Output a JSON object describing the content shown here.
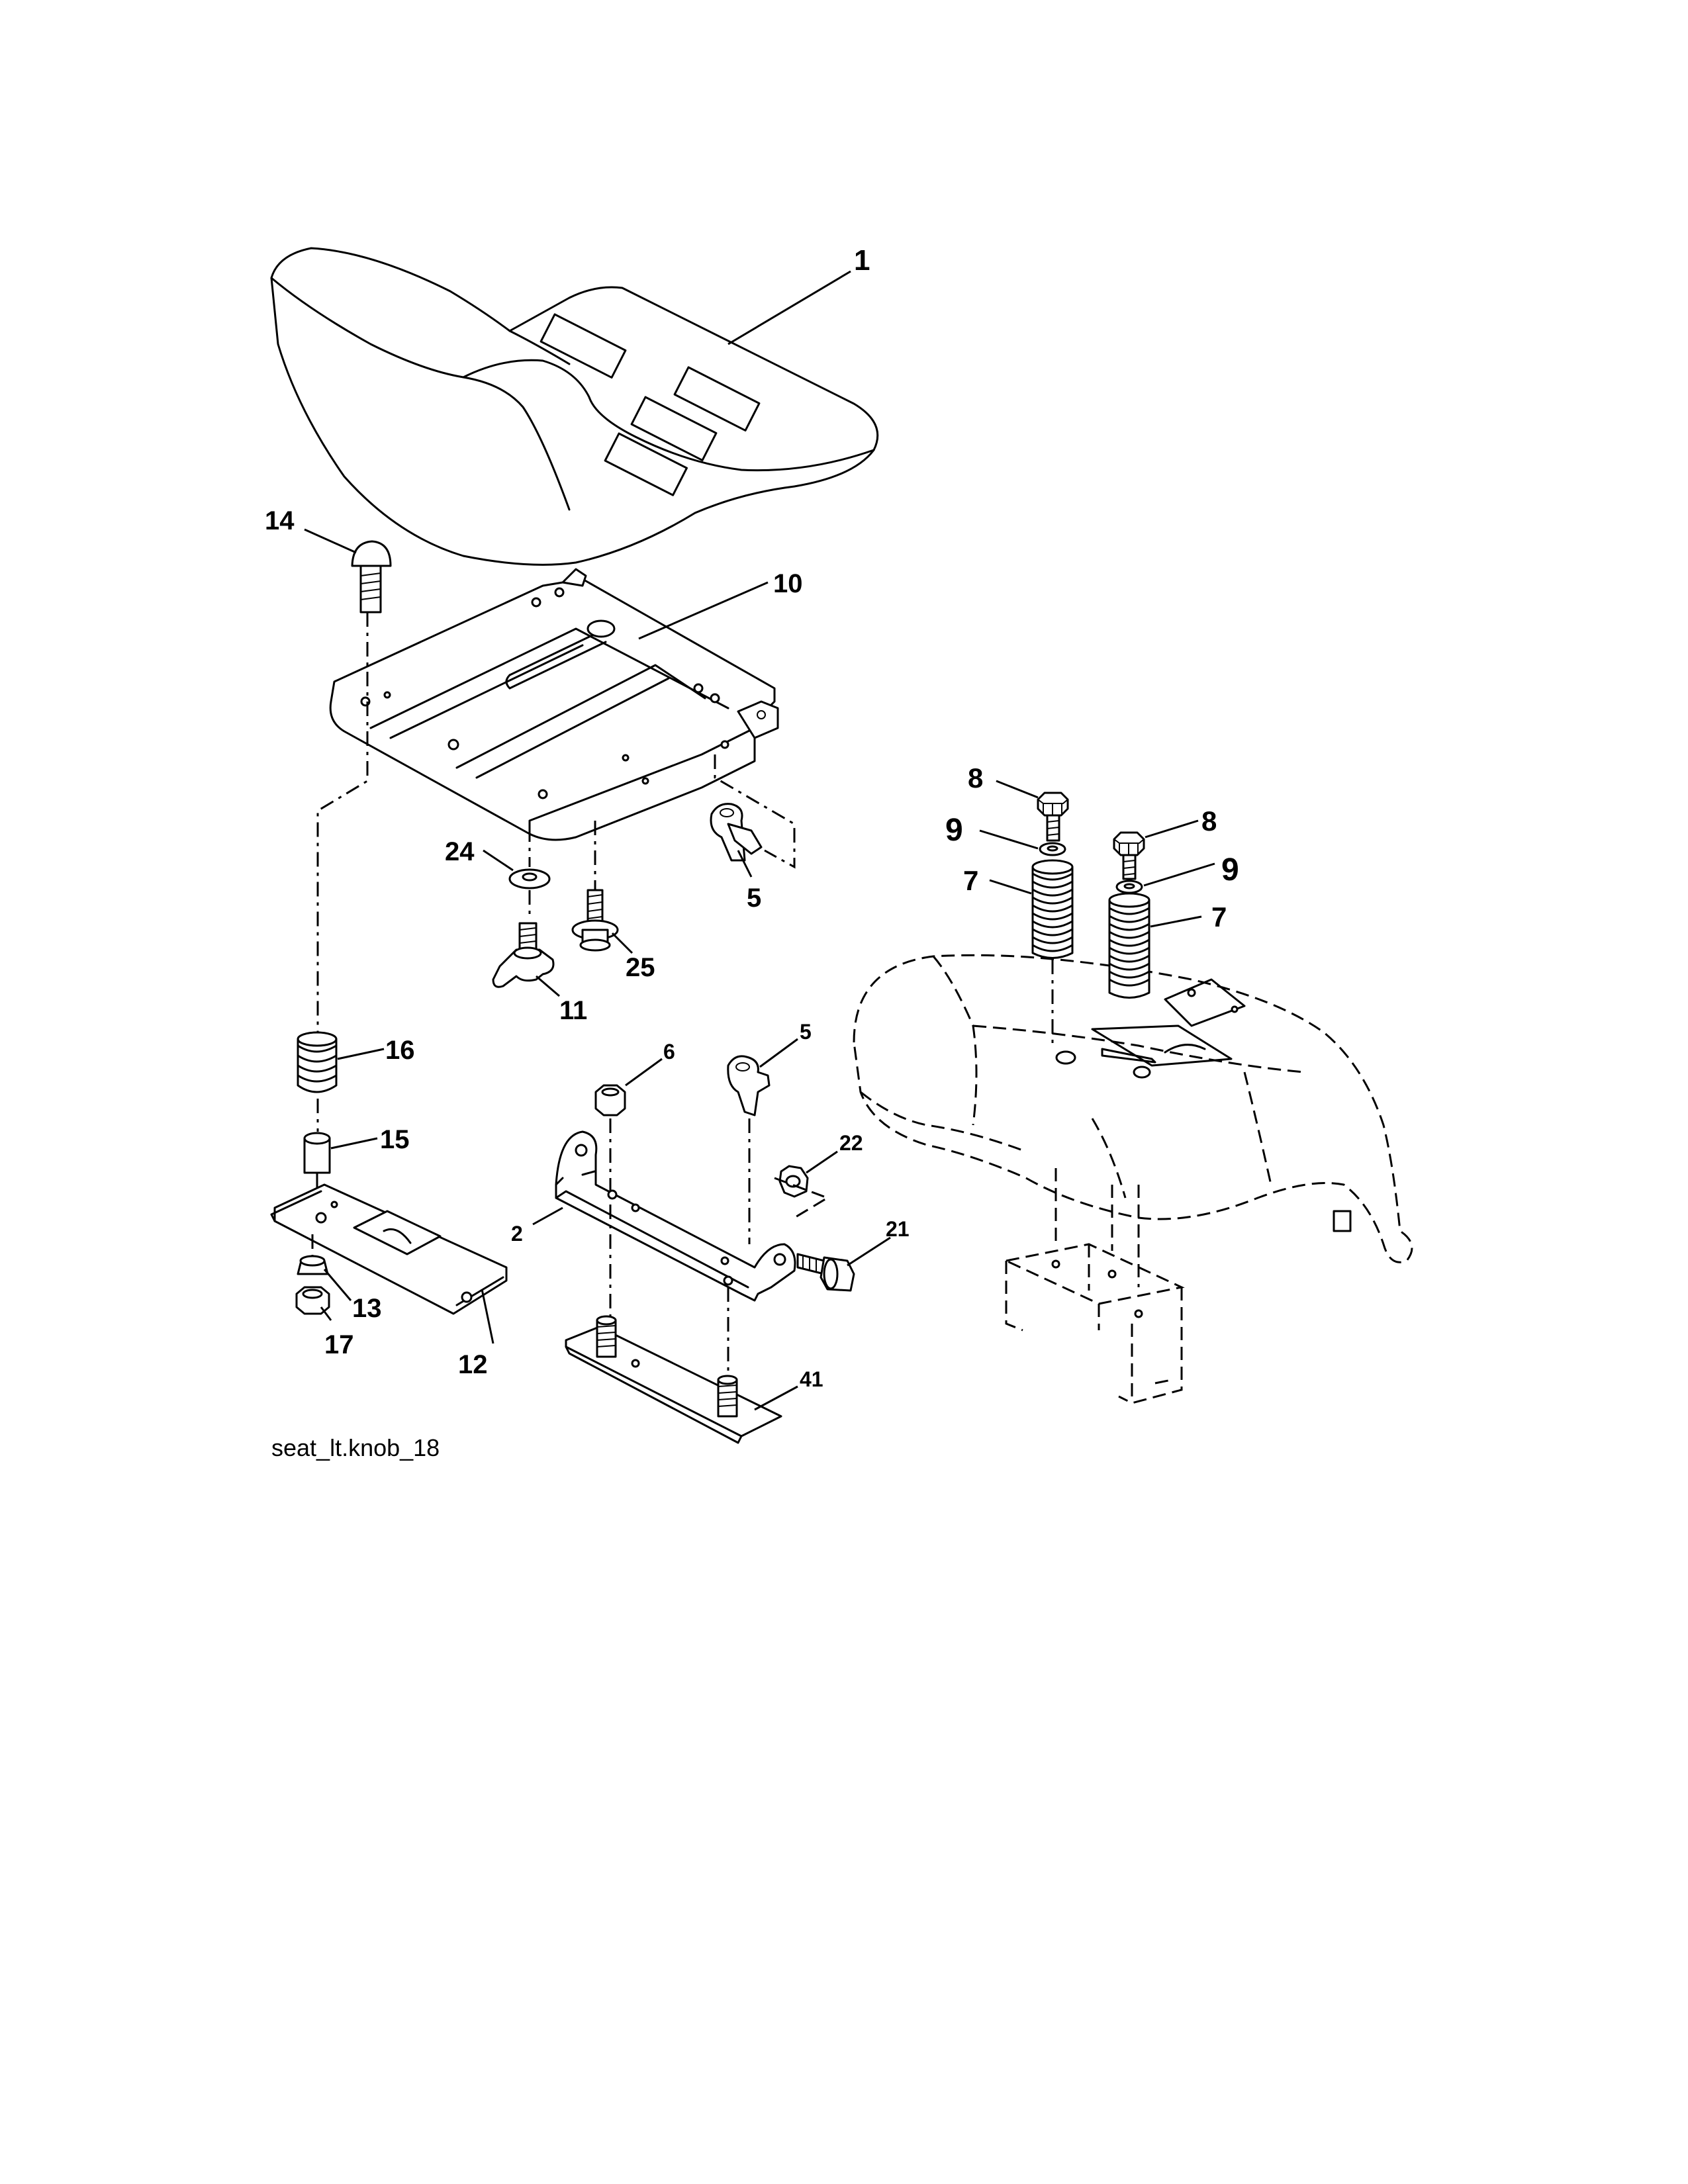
{
  "diagram": {
    "caption": "seat_lt.knob_18",
    "callouts": [
      {
        "id": "c1",
        "label": "1",
        "part": "seat"
      },
      {
        "id": "c14",
        "label": "14",
        "part": "carriage-bolt"
      },
      {
        "id": "c10",
        "label": "10",
        "part": "seat-pan"
      },
      {
        "id": "c24",
        "label": "24",
        "part": "washer"
      },
      {
        "id": "c5a",
        "label": "5",
        "part": "clip"
      },
      {
        "id": "c25",
        "label": "25",
        "part": "screw"
      },
      {
        "id": "c11",
        "label": "11",
        "part": "knob"
      },
      {
        "id": "c16",
        "label": "16",
        "part": "spring"
      },
      {
        "id": "c15",
        "label": "15",
        "part": "spacer"
      },
      {
        "id": "c6",
        "label": "6",
        "part": "nut"
      },
      {
        "id": "c5b",
        "label": "5",
        "part": "clip"
      },
      {
        "id": "c22",
        "label": "22",
        "part": "nut"
      },
      {
        "id": "c2",
        "label": "2",
        "part": "bracket"
      },
      {
        "id": "c21",
        "label": "21",
        "part": "bolt"
      },
      {
        "id": "c13",
        "label": "13",
        "part": "bushing"
      },
      {
        "id": "c17",
        "label": "17",
        "part": "nut"
      },
      {
        "id": "c12",
        "label": "12",
        "part": "slide-plate"
      },
      {
        "id": "c41",
        "label": "41",
        "part": "stud-plate"
      },
      {
        "id": "c8a",
        "label": "8",
        "part": "bolt"
      },
      {
        "id": "c9a",
        "label": "9",
        "part": "washer"
      },
      {
        "id": "c7a",
        "label": "7",
        "part": "spring"
      },
      {
        "id": "c8b",
        "label": "8",
        "part": "bolt"
      },
      {
        "id": "c9b",
        "label": "9",
        "part": "washer"
      },
      {
        "id": "c7b",
        "label": "7",
        "part": "spring"
      }
    ]
  }
}
